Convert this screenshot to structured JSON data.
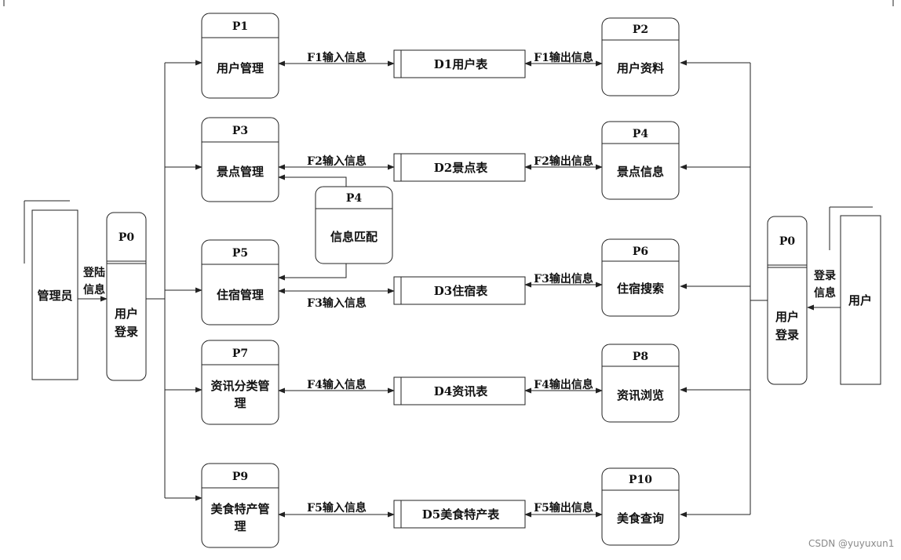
{
  "diagram": {
    "admin_entity": "管理员",
    "user_entity": "用户",
    "admin_login_info": [
      "登陆",
      "信息"
    ],
    "user_login_info": [
      "登录",
      "信息"
    ],
    "admin_p0": {
      "id": "P0",
      "lines": [
        "用户",
        "登录"
      ]
    },
    "user_p0": {
      "id": "P0",
      "lines": [
        "用户",
        "登录"
      ]
    },
    "admin_processes": [
      {
        "id": "P1",
        "lines": [
          "用户管理"
        ]
      },
      {
        "id": "P3",
        "lines": [
          "景点管理"
        ]
      },
      {
        "id": "P5",
        "lines": [
          "住宿管理"
        ]
      },
      {
        "id": "P7",
        "lines": [
          "资讯分类管",
          "理"
        ]
      },
      {
        "id": "P9",
        "lines": [
          "美食特产管",
          "理"
        ]
      }
    ],
    "user_processes": [
      {
        "id": "P2",
        "lines": [
          "用户资料"
        ]
      },
      {
        "id": "P4",
        "lines": [
          "景点信息"
        ]
      },
      {
        "id": "P6",
        "lines": [
          "住宿搜索"
        ]
      },
      {
        "id": "P8",
        "lines": [
          "资讯浏览"
        ]
      },
      {
        "id": "P10",
        "lines": [
          "美食查询"
        ]
      }
    ],
    "match_process": {
      "id": "P4",
      "lines": [
        "信息匹配"
      ]
    },
    "data_stores": [
      "D1用户表",
      "D2景点表",
      "D3住宿表",
      "D4资讯表",
      "D5美食特产表"
    ],
    "input_flows": [
      "F1输入信息",
      "F2输入信息",
      "F3输入信息",
      "F4输入信息",
      "F5输入信息"
    ],
    "output_flows": [
      "F1输出信息",
      "F2输出信息",
      "F3输出信息",
      "F4输出信息",
      "F5输出信息"
    ]
  },
  "watermark": "CSDN @yuyuxun1"
}
